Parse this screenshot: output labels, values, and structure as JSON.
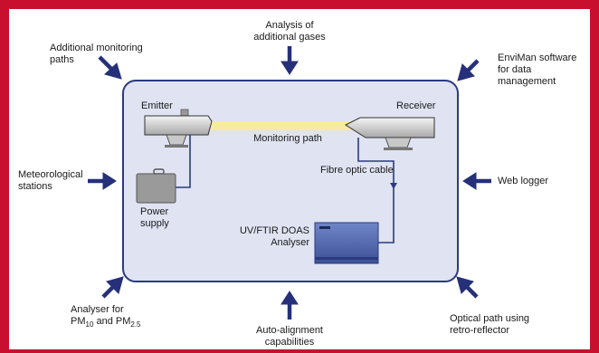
{
  "colors": {
    "frame": "#c8102e",
    "panel_fill": "#dfe3f2",
    "panel_stroke": "#2b3a80",
    "arrow": "#26307a",
    "beam": "#f6ec9c",
    "cable": "#2b3a80"
  },
  "labels": {
    "additional_monitoring": "Additional monitoring\npaths",
    "analysis_gases": "Analysis of\nadditional gases",
    "enviman": "EnviMan software\nfor data management",
    "meteorological": "Meteorological\nstations",
    "web_logger": "Web logger",
    "analyser_pm_prefix": "Analyser for\nPM",
    "pm10_sub": "10",
    "pm_and": " and PM",
    "pm25_sub": "2.5",
    "auto_alignment": "Auto-alignment\ncapabilities",
    "optical_path": "Optical path using\nretro-reflector"
  },
  "inside": {
    "emitter": "Emitter",
    "receiver": "Receiver",
    "monitoring_path": "Monitoring path",
    "fibre_optic": "Fibre optic cable",
    "power_supply": "Power\nsupply",
    "analyser": "UV/FTIR DOAS\nAnalyser"
  },
  "icons": [
    "emitter-device",
    "receiver-device",
    "power-supply-case",
    "analyser-unit",
    "arrow-icon"
  ]
}
